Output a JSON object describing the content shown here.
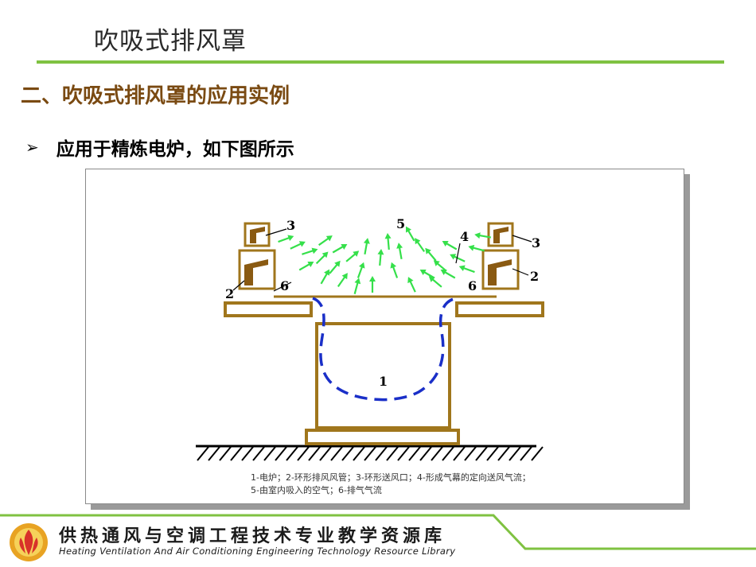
{
  "slide": {
    "title": "吹吸式排风罩",
    "section_heading": "二、吹吸式排风罩的应用实例",
    "bullet_symbol": "➢",
    "bullet_text": "应用于精炼电炉，如下图所示"
  },
  "figure": {
    "labels": {
      "n1": "1",
      "n2_left": "2",
      "n2_right": "2",
      "n3_left": "3",
      "n3_right": "3",
      "n4": "4",
      "n5": "5",
      "n6_left": "6",
      "n6_right": "6"
    },
    "caption_line1": "1-电炉；2-环形排风风管；3-环形送风口；4-形成气幕的定向送风气流；",
    "caption_line2": "5-由室内吸入的空气；6-排气气流",
    "colors": {
      "structure": "#a0761c",
      "arc": "#1a2fc8",
      "arrows": "#35e04a",
      "ground": "#000000"
    }
  },
  "footer": {
    "cn_text": "供热通风与空调工程技术专业教学资源库",
    "en_text": "Heating  Ventilation And Air Conditioning Engineering Technology Resource Library",
    "accent_color": "#7fc241"
  }
}
